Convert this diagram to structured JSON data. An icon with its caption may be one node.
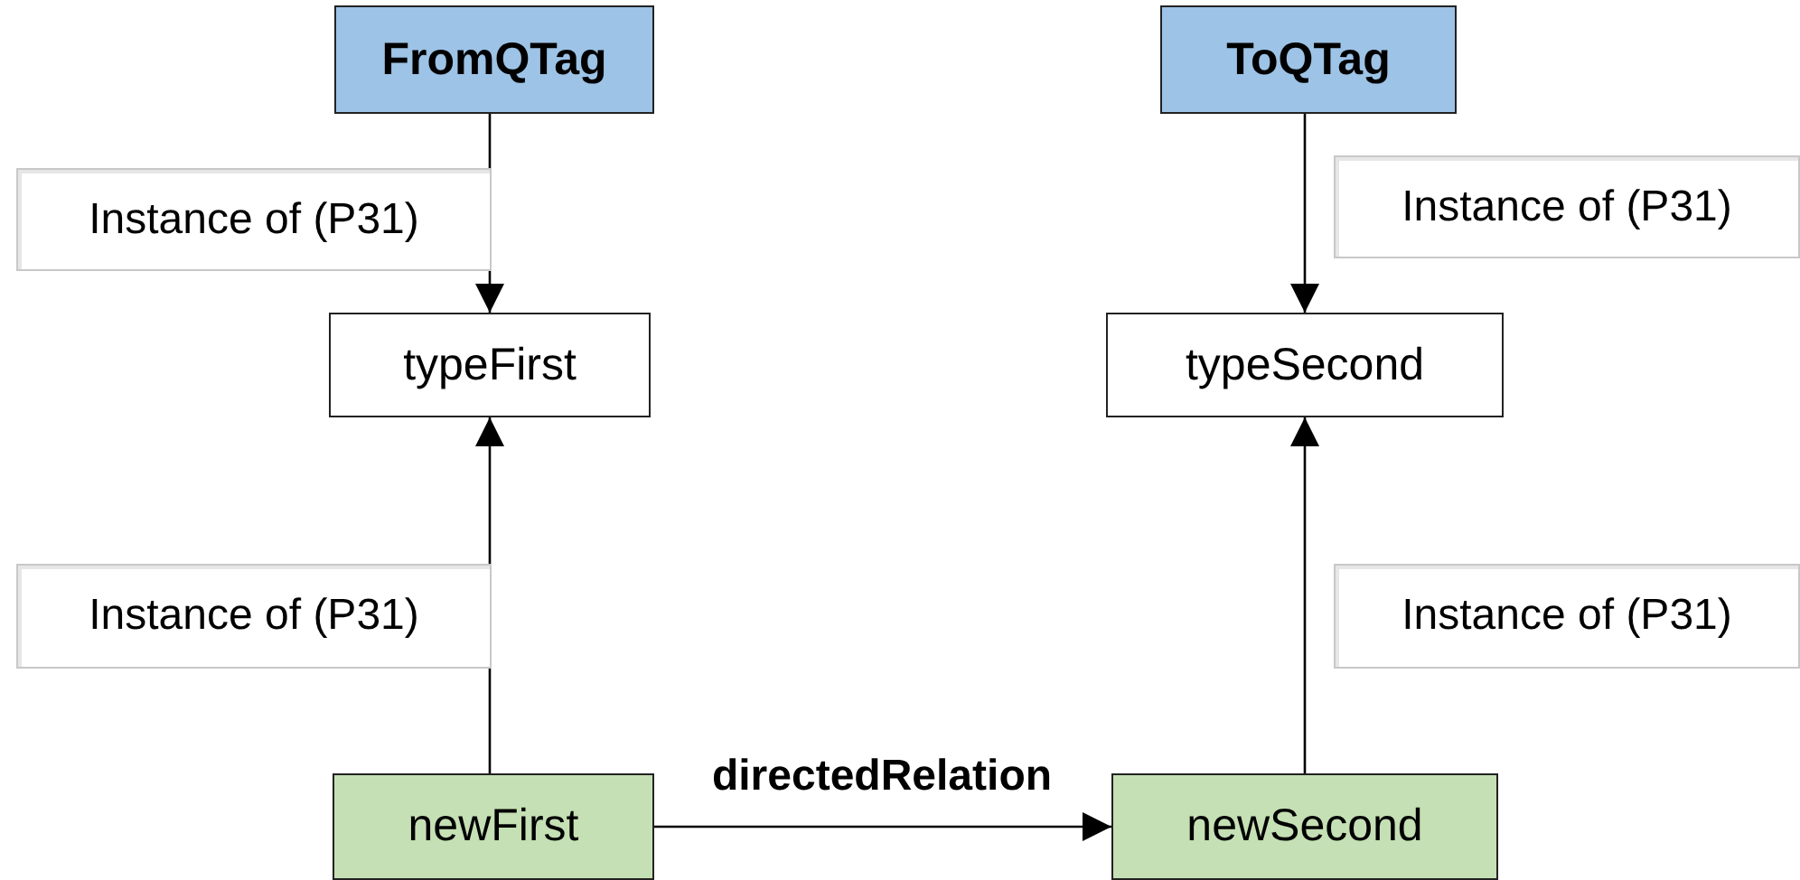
{
  "diagram": {
    "nodes": [
      {
        "text": [
          "FromQTag"
        ]
      },
      {
        "text": [
          "ToQTag"
        ]
      },
      {
        "text": [
          "typeFirst"
        ]
      },
      {
        "text": [
          "typeSecond"
        ]
      },
      {
        "text": [
          "newFirst"
        ]
      },
      {
        "text": [
          "newSecond"
        ]
      }
    ],
    "edges": [
      {
        "from": 0,
        "to": 2,
        "arrow": "to",
        "label": "Instance of (P31)"
      },
      {
        "from": 1,
        "to": 3,
        "arrow": "to",
        "label": "Instance of (P31)"
      },
      {
        "from": 4,
        "to": 2,
        "arrow": "to",
        "label": "Instance of (P31)"
      },
      {
        "from": 5,
        "to": 3,
        "arrow": "to",
        "label": "Instance of (P31)"
      },
      {
        "from": 4,
        "to": 5,
        "arrow": "to",
        "label": "directedRelation"
      }
    ]
  }
}
